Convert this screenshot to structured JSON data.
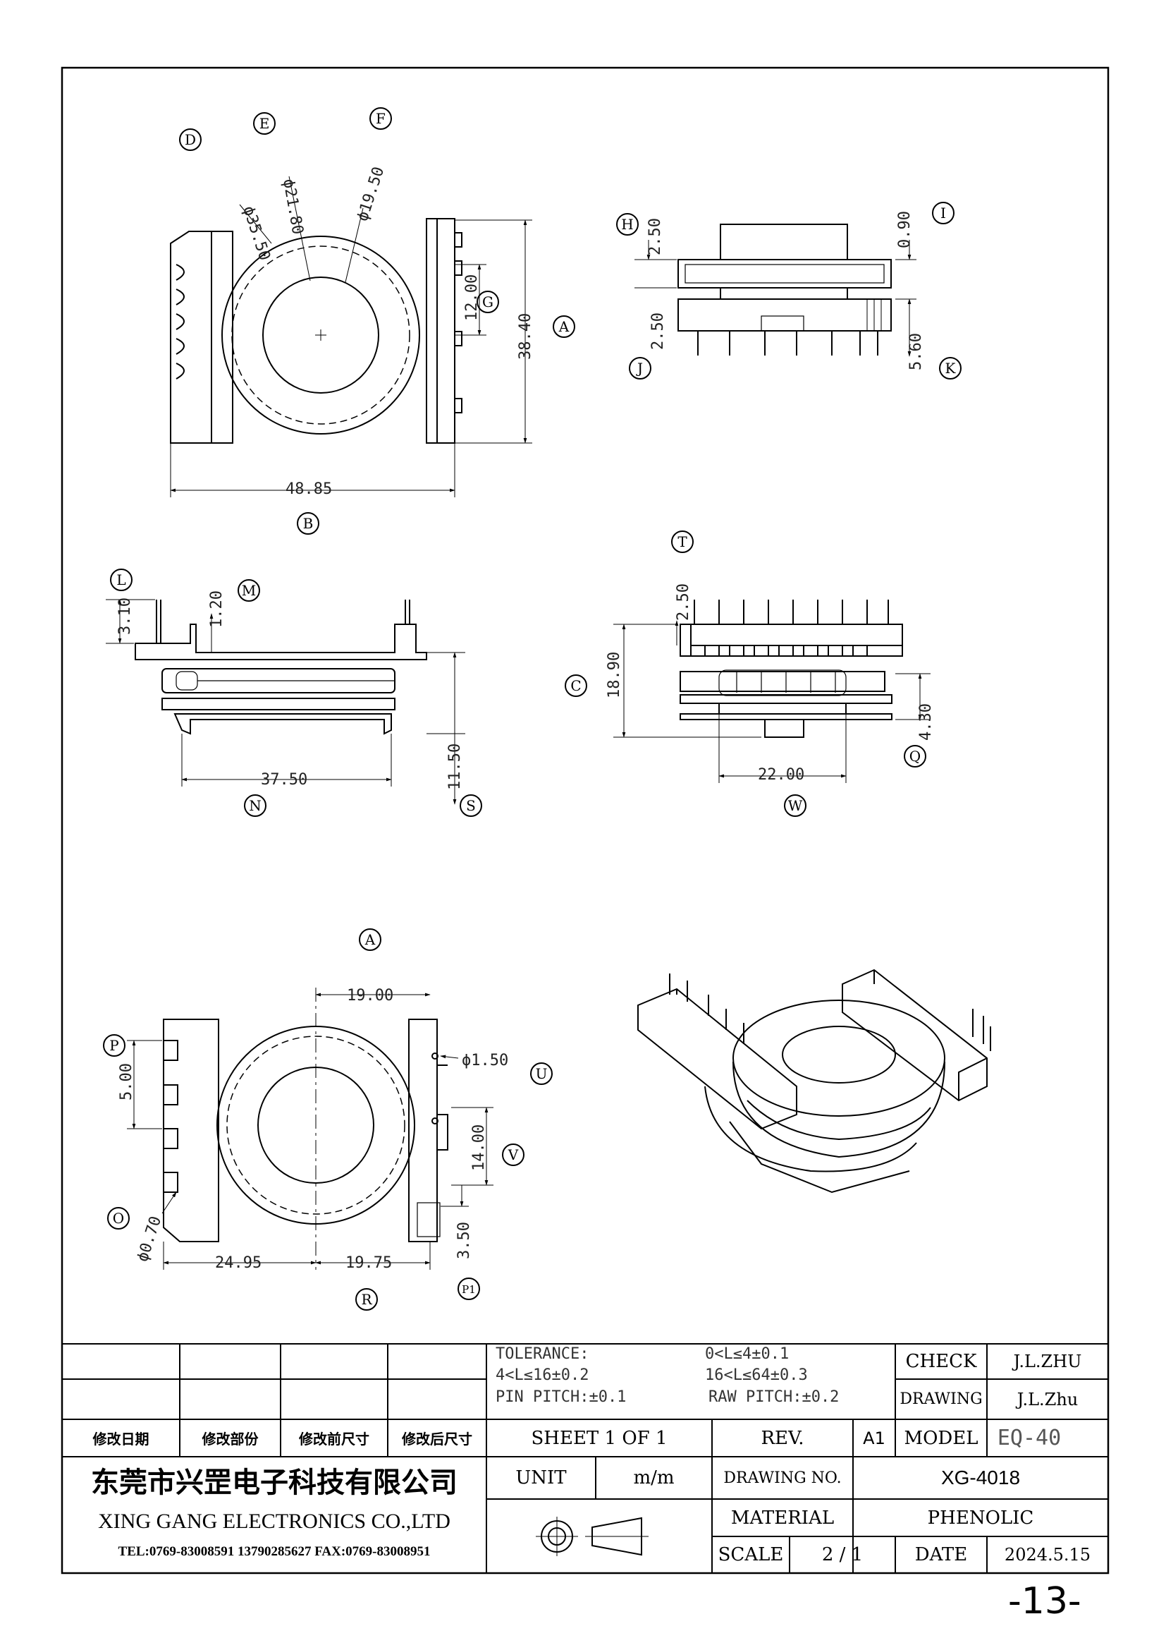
{
  "drawing": {
    "top_view": {
      "callouts": {
        "d": "D",
        "e": "E",
        "f": "F",
        "g": "G",
        "a": "A",
        "b": "B"
      },
      "dims": {
        "d1": "ϕ35.50",
        "d2": "ϕ21.80",
        "d3": "ϕ19.50",
        "h1": "12.00",
        "h2": "38.40",
        "w1": "48.85"
      }
    },
    "side_view": {
      "callouts": {
        "h": "H",
        "i": "I",
        "j": "J",
        "k": "K"
      },
      "dims": {
        "t1": "2.50",
        "t2": "0.90",
        "t3": "2.50",
        "t4": "5.60"
      }
    },
    "front_view": {
      "callouts": {
        "l": "L",
        "m": "M",
        "n": "N",
        "s": "S"
      },
      "dims": {
        "p1": "3.10",
        "p2": "1.20",
        "w": "37.50",
        "h": "11.50"
      }
    },
    "end_view": {
      "callouts": {
        "t": "T",
        "c": "C",
        "q": "Q",
        "w": "W"
      },
      "dims": {
        "top": "2.50",
        "h": "18.90",
        "q": "4.30",
        "w": "22.00"
      }
    },
    "bottom_view": {
      "callouts": {
        "a": "A",
        "p": "P",
        "u": "U",
        "v": "V",
        "o": "O",
        "r": "R",
        "p1": "P1"
      },
      "dims": {
        "top": "19.00",
        "pin": "ϕ1.50",
        "pitch": "5.00",
        "v": "14.00",
        "hole": "ϕ0.70",
        "l": "24.95",
        "r": "19.75",
        "p1": "3.50"
      }
    }
  },
  "title_block": {
    "tolerance": {
      "label": "TOLERANCE:",
      "r1": "0<L≤4±0.1",
      "r2": "4<L≤16±0.2",
      "r3": "16<L≤64±0.3",
      "pin": "PIN PITCH:±0.1",
      "raw": "RAW PITCH:±0.2"
    },
    "revision_headers": [
      "修改日期",
      "修改部份",
      "修改前尺寸",
      "修改后尺寸"
    ],
    "check_label": "CHECK",
    "check_value": "J.L.ZHU",
    "drawing_label": "DRAWING",
    "drawing_value": "J.L.Zhu",
    "sheet": "SHEET 1 OF 1",
    "rev_label": "REV.",
    "rev_value": "A1",
    "model_label": "MODEL",
    "model_value": "EQ-40",
    "unit_label": "UNIT",
    "unit_value": "m/m",
    "drawing_no_label": "DRAWING NO.",
    "drawing_no_value": "XG-4018",
    "material_label": "MATERIAL",
    "material_value": "PHENOLIC",
    "scale_label": "SCALE",
    "scale_value": "2 / 1",
    "date_label": "DATE",
    "date_value": "2024.5.15",
    "company_cn": "东莞市兴罡电子科技有限公司",
    "company_en": "XING GANG ELECTRONICS CO.,LTD",
    "contact": "TEL:0769-83008591 13790285627 FAX:0769-83008951"
  },
  "page_number": "-13-"
}
